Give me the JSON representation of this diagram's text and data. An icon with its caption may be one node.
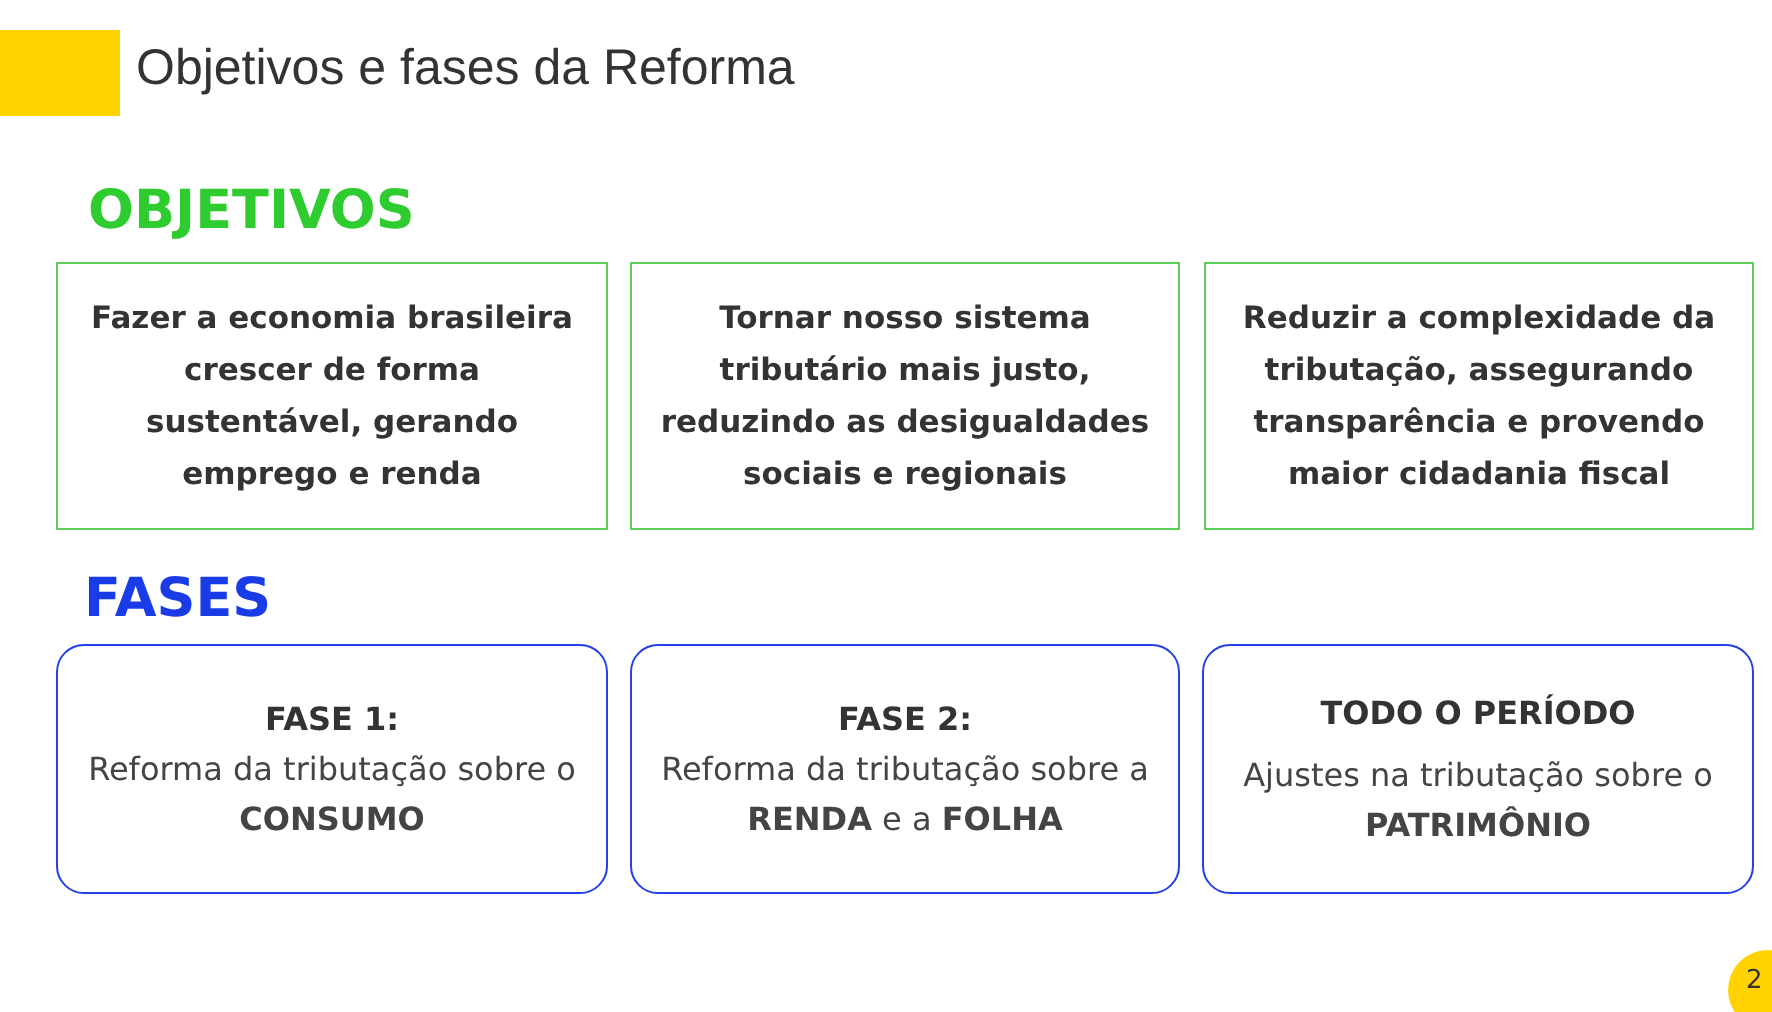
{
  "diagram": {
    "title": "Objetivos e fases da Reforma",
    "nodes": [
      {
        "text": [
          "Fazer a economia brasileira crescer de forma sustentável, gerando emprego e renda"
        ]
      },
      {
        "text": [
          "Tornar nosso sistema tributário mais justo, reduzindo as desigualdades sociais e regionais"
        ]
      },
      {
        "text": [
          "Reduzir a complexidade da tributação, assegurando transparência e provendo maior cidadania fiscal"
        ]
      },
      {
        "text": [
          "FASE 1:",
          "Reforma da tributação sobre o **CONSUMO**"
        ]
      },
      {
        "text": [
          "FASE 2:",
          "Reforma da tributação sobre a **RENDA** e a **FOLHA**"
        ]
      },
      {
        "text": [
          "TODO O PERÍODO",
          "Ajustes na tributação sobre o **PATRIMÔNIO**"
        ]
      }
    ],
    "labels": [
      "OBJETIVOS",
      "FASES",
      "2"
    ]
  }
}
